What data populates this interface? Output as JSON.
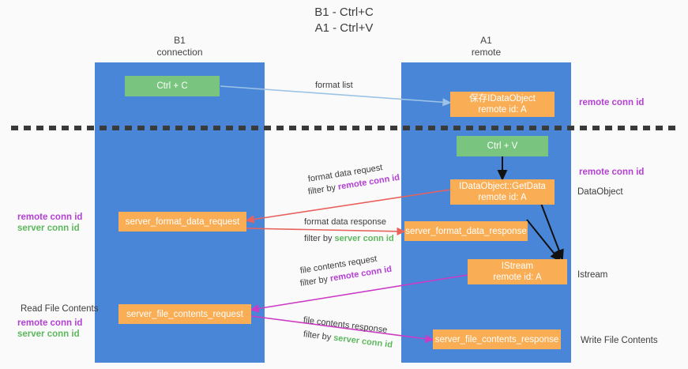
{
  "title": {
    "line1": "B1 - Ctrl+C",
    "line2": "A1 - Ctrl+V"
  },
  "columns": [
    {
      "name": "B1",
      "sub": "connection"
    },
    {
      "name": "A1",
      "sub": "remote"
    }
  ],
  "colors": {
    "lane": "#4a86d8",
    "box_green": "#79c57f",
    "box_orange": "#f9ad54",
    "remote_conn_id": "#b43fd4",
    "server_conn_id": "#5cb85c",
    "arrow_format_list": "#9cc3e5",
    "arrow_format_data": "#e8615c",
    "arrow_file_contents": "#cc3bc4",
    "arrow_internal": "#111111",
    "divider": "#3a3a3a",
    "background": "#fafafa"
  },
  "boxes": {
    "ctrl_c": {
      "line1": "Ctrl + C"
    },
    "ctrl_v": {
      "line1": "Ctrl + V"
    },
    "save_idataobject": {
      "line1": "保存IDataObject",
      "line2": "remote id: A"
    },
    "idataobject_getdata": {
      "line1": "IDataObject::GetData",
      "line2": "remote id: A"
    },
    "istream": {
      "line1": "IStream",
      "line2": "remote id: A"
    },
    "server_format_data_request": {
      "line1": "server_format_data_request"
    },
    "server_format_data_response": {
      "line1": "server_format_data_response"
    },
    "server_file_contents_request": {
      "line1": "server_file_contents_request"
    },
    "server_file_contents_response": {
      "line1": "server_file_contents_response"
    }
  },
  "edge_labels": {
    "format_list": {
      "text": "format list"
    },
    "format_data_request": {
      "line1": "format data request",
      "line2_prefix": "filter by ",
      "line2_key": "remote conn id"
    },
    "format_data_response": {
      "line1": "format data response",
      "line2_prefix": "filter by ",
      "line2_key": "server conn id"
    },
    "file_contents_request": {
      "line1": "file contents request",
      "line2_prefix": "filter by ",
      "line2_key": "remote conn id"
    },
    "file_contents_response": {
      "line1": "file contents response",
      "line2_prefix": "filter by ",
      "line2_key": "server conn id"
    }
  },
  "annotations": {
    "right_remote_conn_id_top": "remote conn id",
    "right_remote_conn_id_mid": "remote conn id",
    "right_dataobject": "DataObject",
    "right_istream": "Istream",
    "right_write_file_contents": "Write File Contents",
    "left_remote_conn_id": "remote conn id",
    "left_server_conn_id": "server conn id",
    "left_read_file_contents": "Read File Contents",
    "left_remote_conn_id_2": "remote conn id",
    "left_server_conn_id_2": "server conn id"
  }
}
